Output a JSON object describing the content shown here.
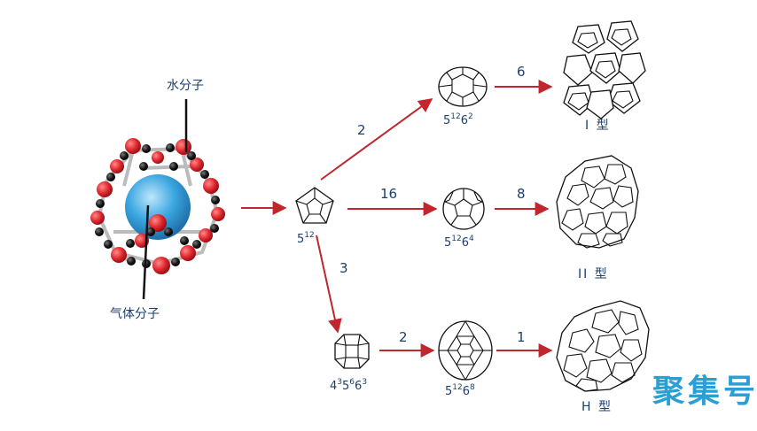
{
  "labels": {
    "water_molecule": "水分子",
    "gas_molecule": "气体分子"
  },
  "cages": {
    "c512": {
      "base": "5",
      "sup": "12"
    },
    "c51262": {
      "parts": [
        [
          "5",
          "12"
        ],
        [
          "6",
          "2"
        ]
      ]
    },
    "c51264": {
      "parts": [
        [
          "5",
          "12"
        ],
        [
          "6",
          "4"
        ]
      ]
    },
    "c51268": {
      "parts": [
        [
          "5",
          "12"
        ],
        [
          "6",
          "8"
        ]
      ]
    },
    "c435663": {
      "parts": [
        [
          "4",
          "3"
        ],
        [
          "5",
          "6"
        ],
        [
          "6",
          "3"
        ]
      ]
    }
  },
  "arrows": {
    "to_51262": "2",
    "to_51264": "16",
    "to_435663": "3",
    "to_typeI": "6",
    "to_typeII": "8",
    "to_51268": "2",
    "to_typeH": "1"
  },
  "types": {
    "I": "I 型",
    "II": "II 型",
    "H": "H 型"
  },
  "watermark": "聚集号",
  "colors": {
    "arrow": "#c0262d",
    "label": "#1d3f6b",
    "oxygen": "#e0282e",
    "hydrogen": "#111111",
    "gas": "#3aa6e0",
    "watermark": "#2a9fd6"
  }
}
